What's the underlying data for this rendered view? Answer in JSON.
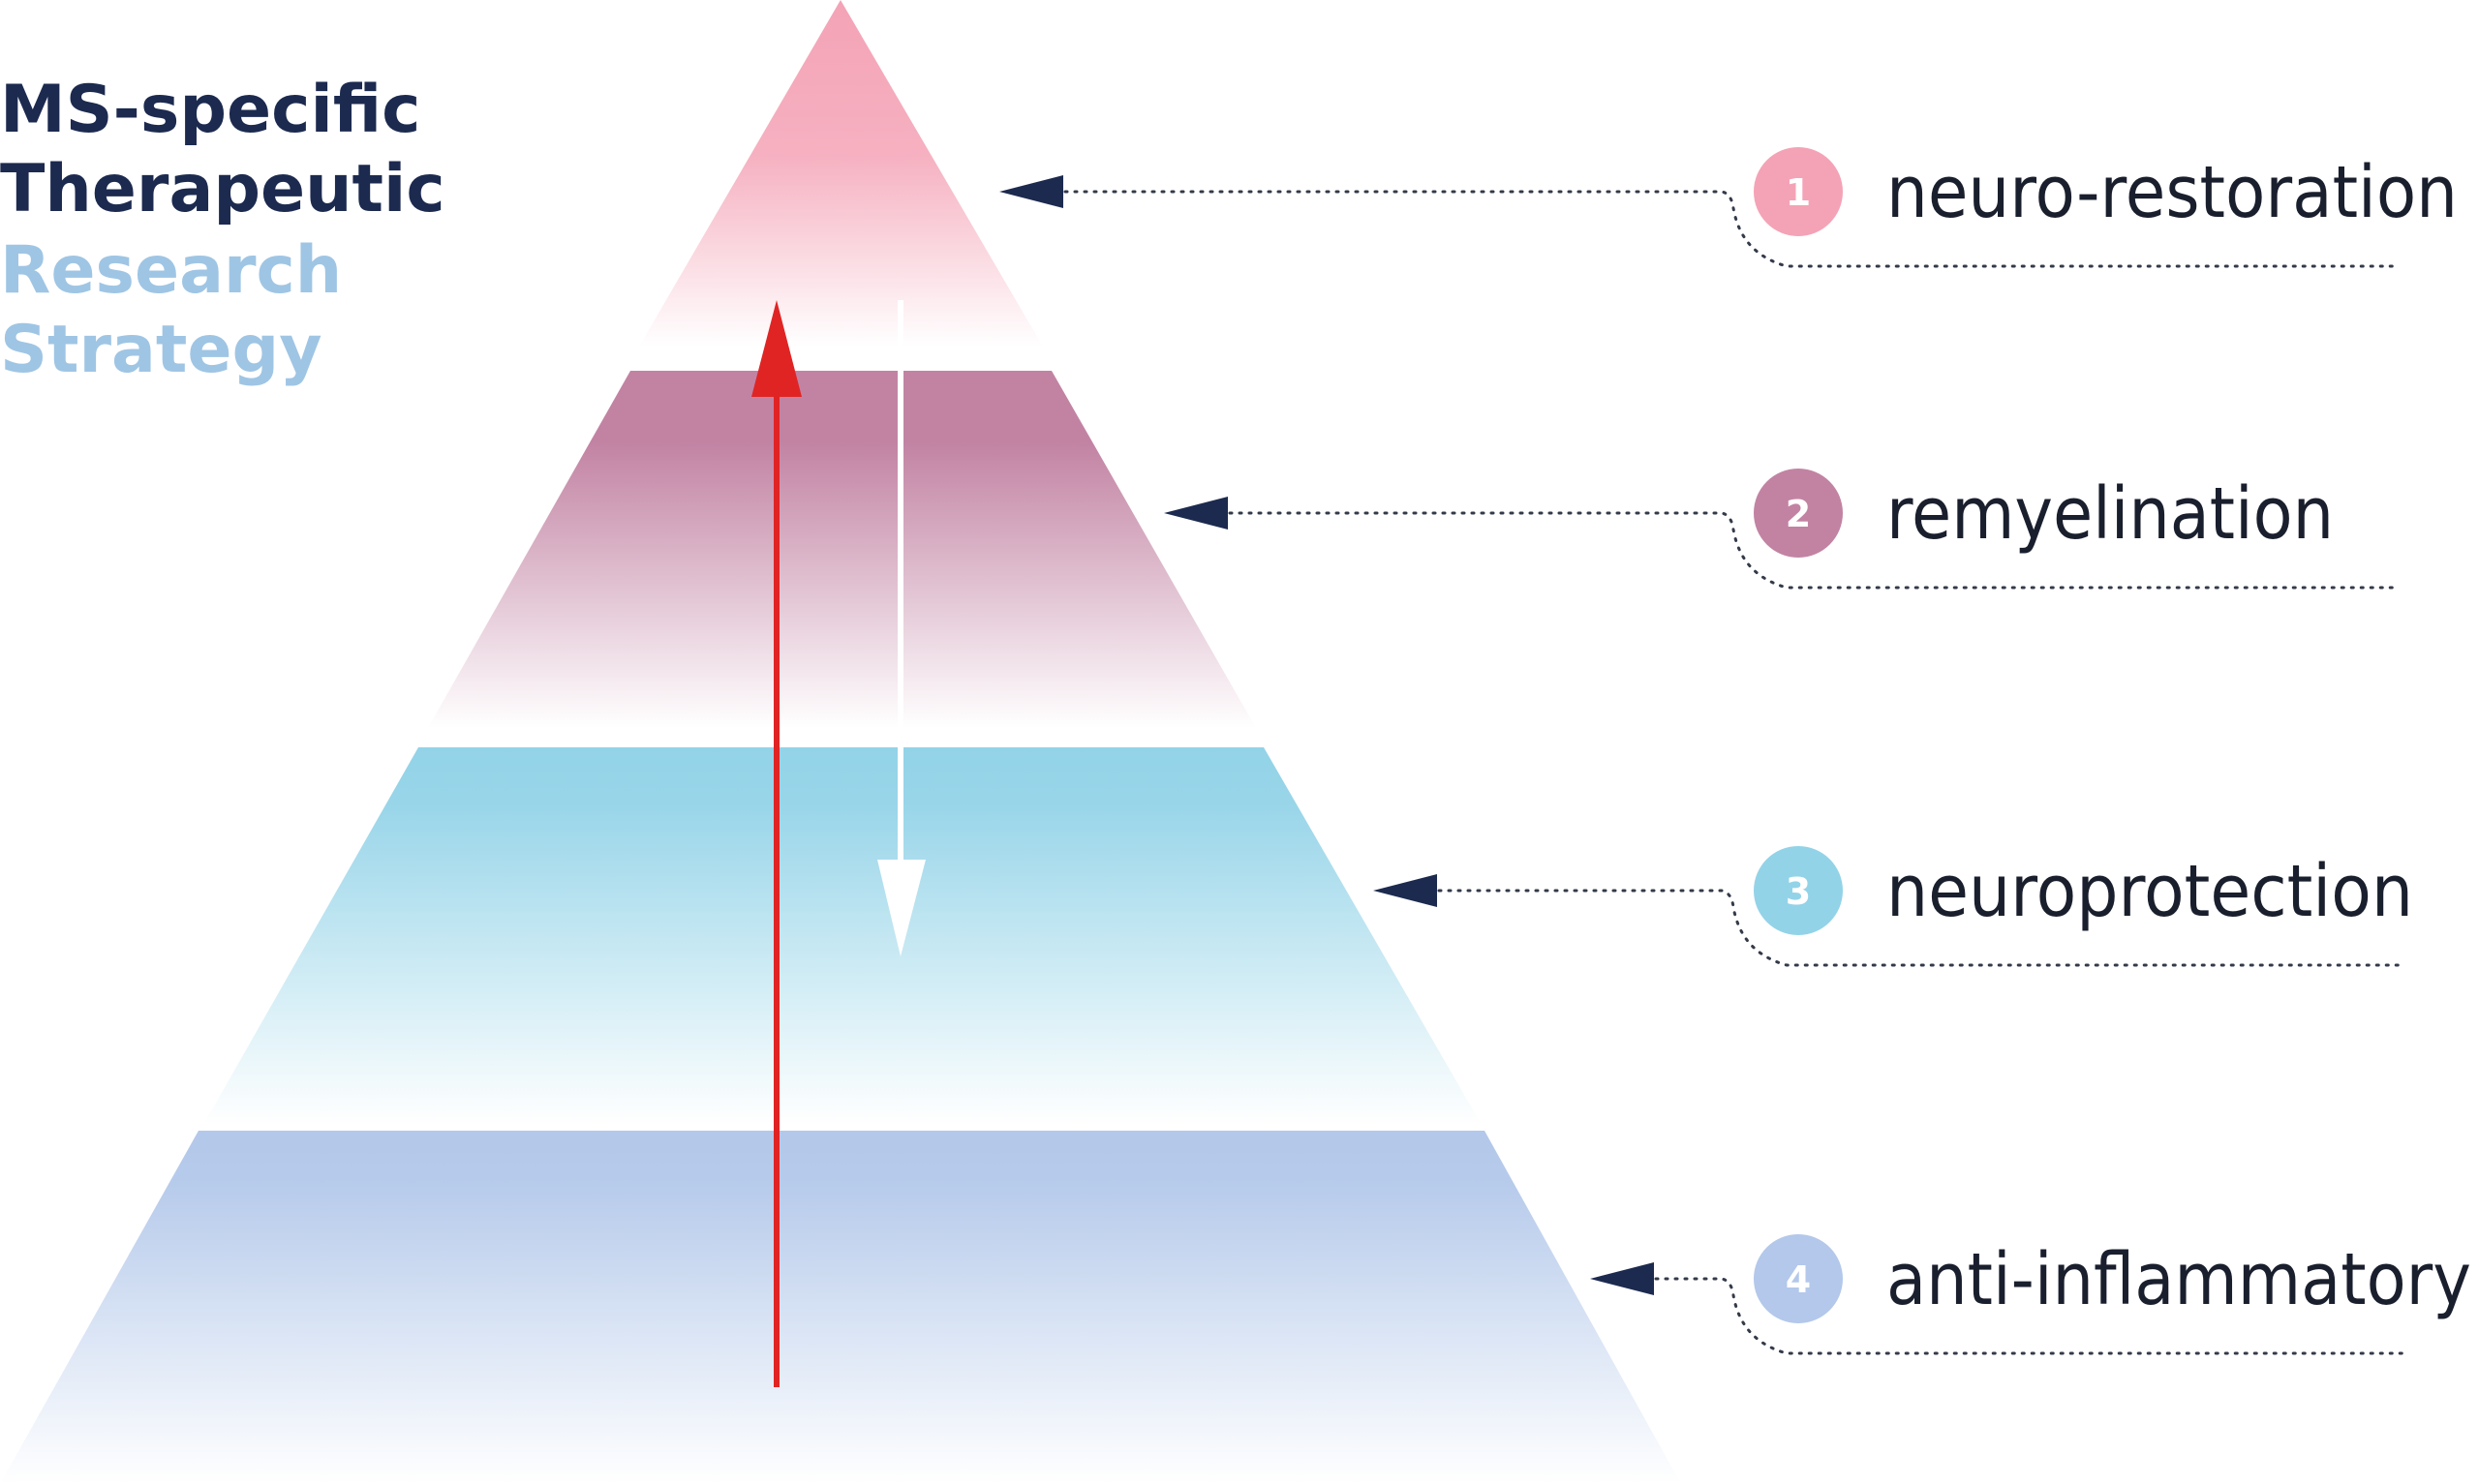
{
  "title": {
    "lines": [
      {
        "text": "MS-specific",
        "color": "#1c2a4f"
      },
      {
        "text": "Therapeutic",
        "color": "#1c2a4f"
      },
      {
        "text": "Research",
        "color": "#9fc5e4"
      },
      {
        "text": "Strategy",
        "color": "#9fc5e4"
      }
    ]
  },
  "levels": [
    {
      "number": "1",
      "label": "neuro-restoration",
      "color": "#f4a3b6"
    },
    {
      "number": "2",
      "label": "remyelination",
      "color": "#c283a3"
    },
    {
      "number": "3",
      "label": "neuroprotection",
      "color": "#93d3e8"
    },
    {
      "number": "4",
      "label": "anti-inflammatory",
      "color": "#b3c8ea"
    }
  ],
  "colors": {
    "pointer": "#1c2a4f",
    "up_arrow": "#e02424",
    "down_arrow": "#ffffff"
  }
}
